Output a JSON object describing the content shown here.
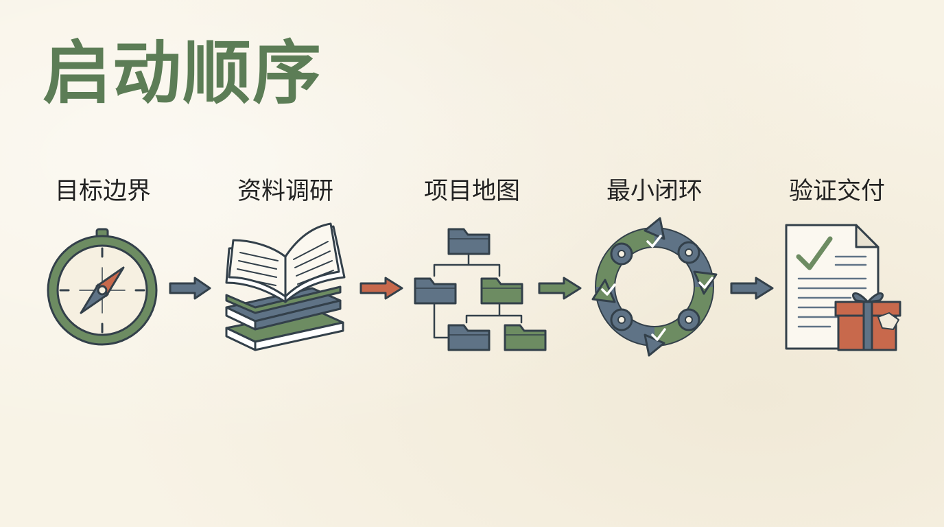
{
  "title": "启动顺序",
  "steps": [
    {
      "label": "目标边界",
      "icon": "compass-icon"
    },
    {
      "label": "资料调研",
      "icon": "books-icon"
    },
    {
      "label": "项目地图",
      "icon": "folder-tree-icon"
    },
    {
      "label": "最小闭环",
      "icon": "cycle-gears-icon"
    },
    {
      "label": "验证交付",
      "icon": "document-gift-icon"
    }
  ],
  "arrow_colors": [
    "#5f7386",
    "#c8694c",
    "#6d8c62",
    "#5f7386"
  ],
  "colors": {
    "green": "#6d8c62",
    "slate": "#5f7386",
    "rust": "#c8694c",
    "ink": "#33404a",
    "title": "#5c7d56"
  }
}
